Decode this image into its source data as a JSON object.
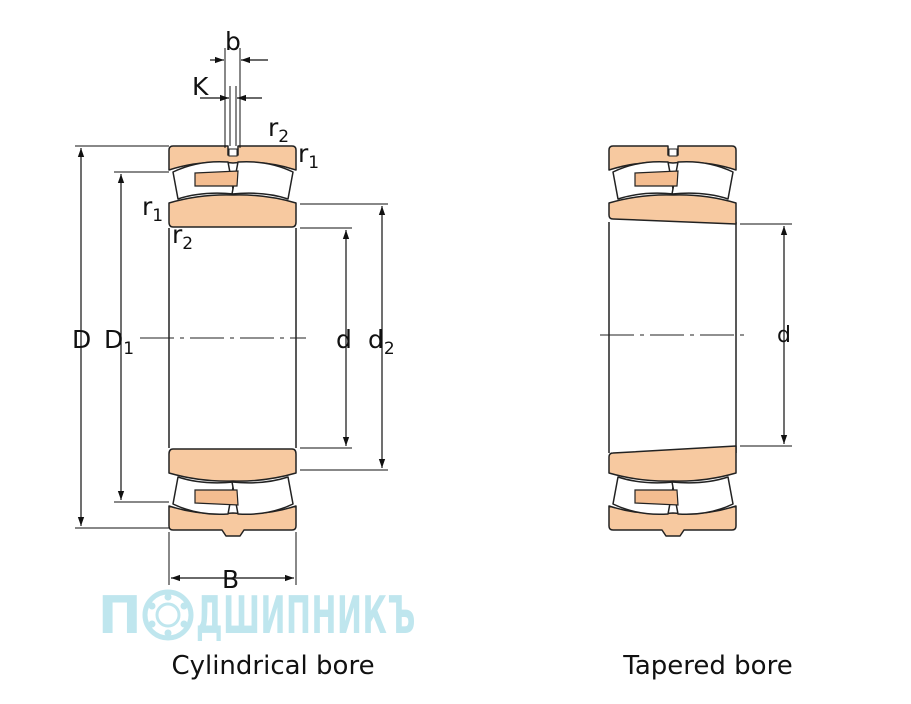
{
  "colors": {
    "ring_fill": "#f7c9a0",
    "cage_fill": "#f4bd90",
    "logo_color": "#bfe6ee"
  },
  "labels": {
    "b": "b",
    "K": "K",
    "r2_top": "r",
    "r2_top_sub": "2",
    "r1_top": "r",
    "r1_top_sub": "1",
    "r1_left": "r",
    "r1_left_sub": "1",
    "r2_left": "r",
    "r2_left_sub": "2",
    "D": "D",
    "D1": "D",
    "D1_sub": "1",
    "d": "d",
    "d2": "d",
    "d2_sub": "2",
    "B": "B",
    "d_tapered": "d"
  },
  "captions": {
    "cylindrical": "Cylindrical bore",
    "tapered": "Tapered bore"
  },
  "logo": {
    "text_left": "П",
    "text_right": "ДШИПНИКЪ",
    "icon": "bearing-o-icon"
  }
}
